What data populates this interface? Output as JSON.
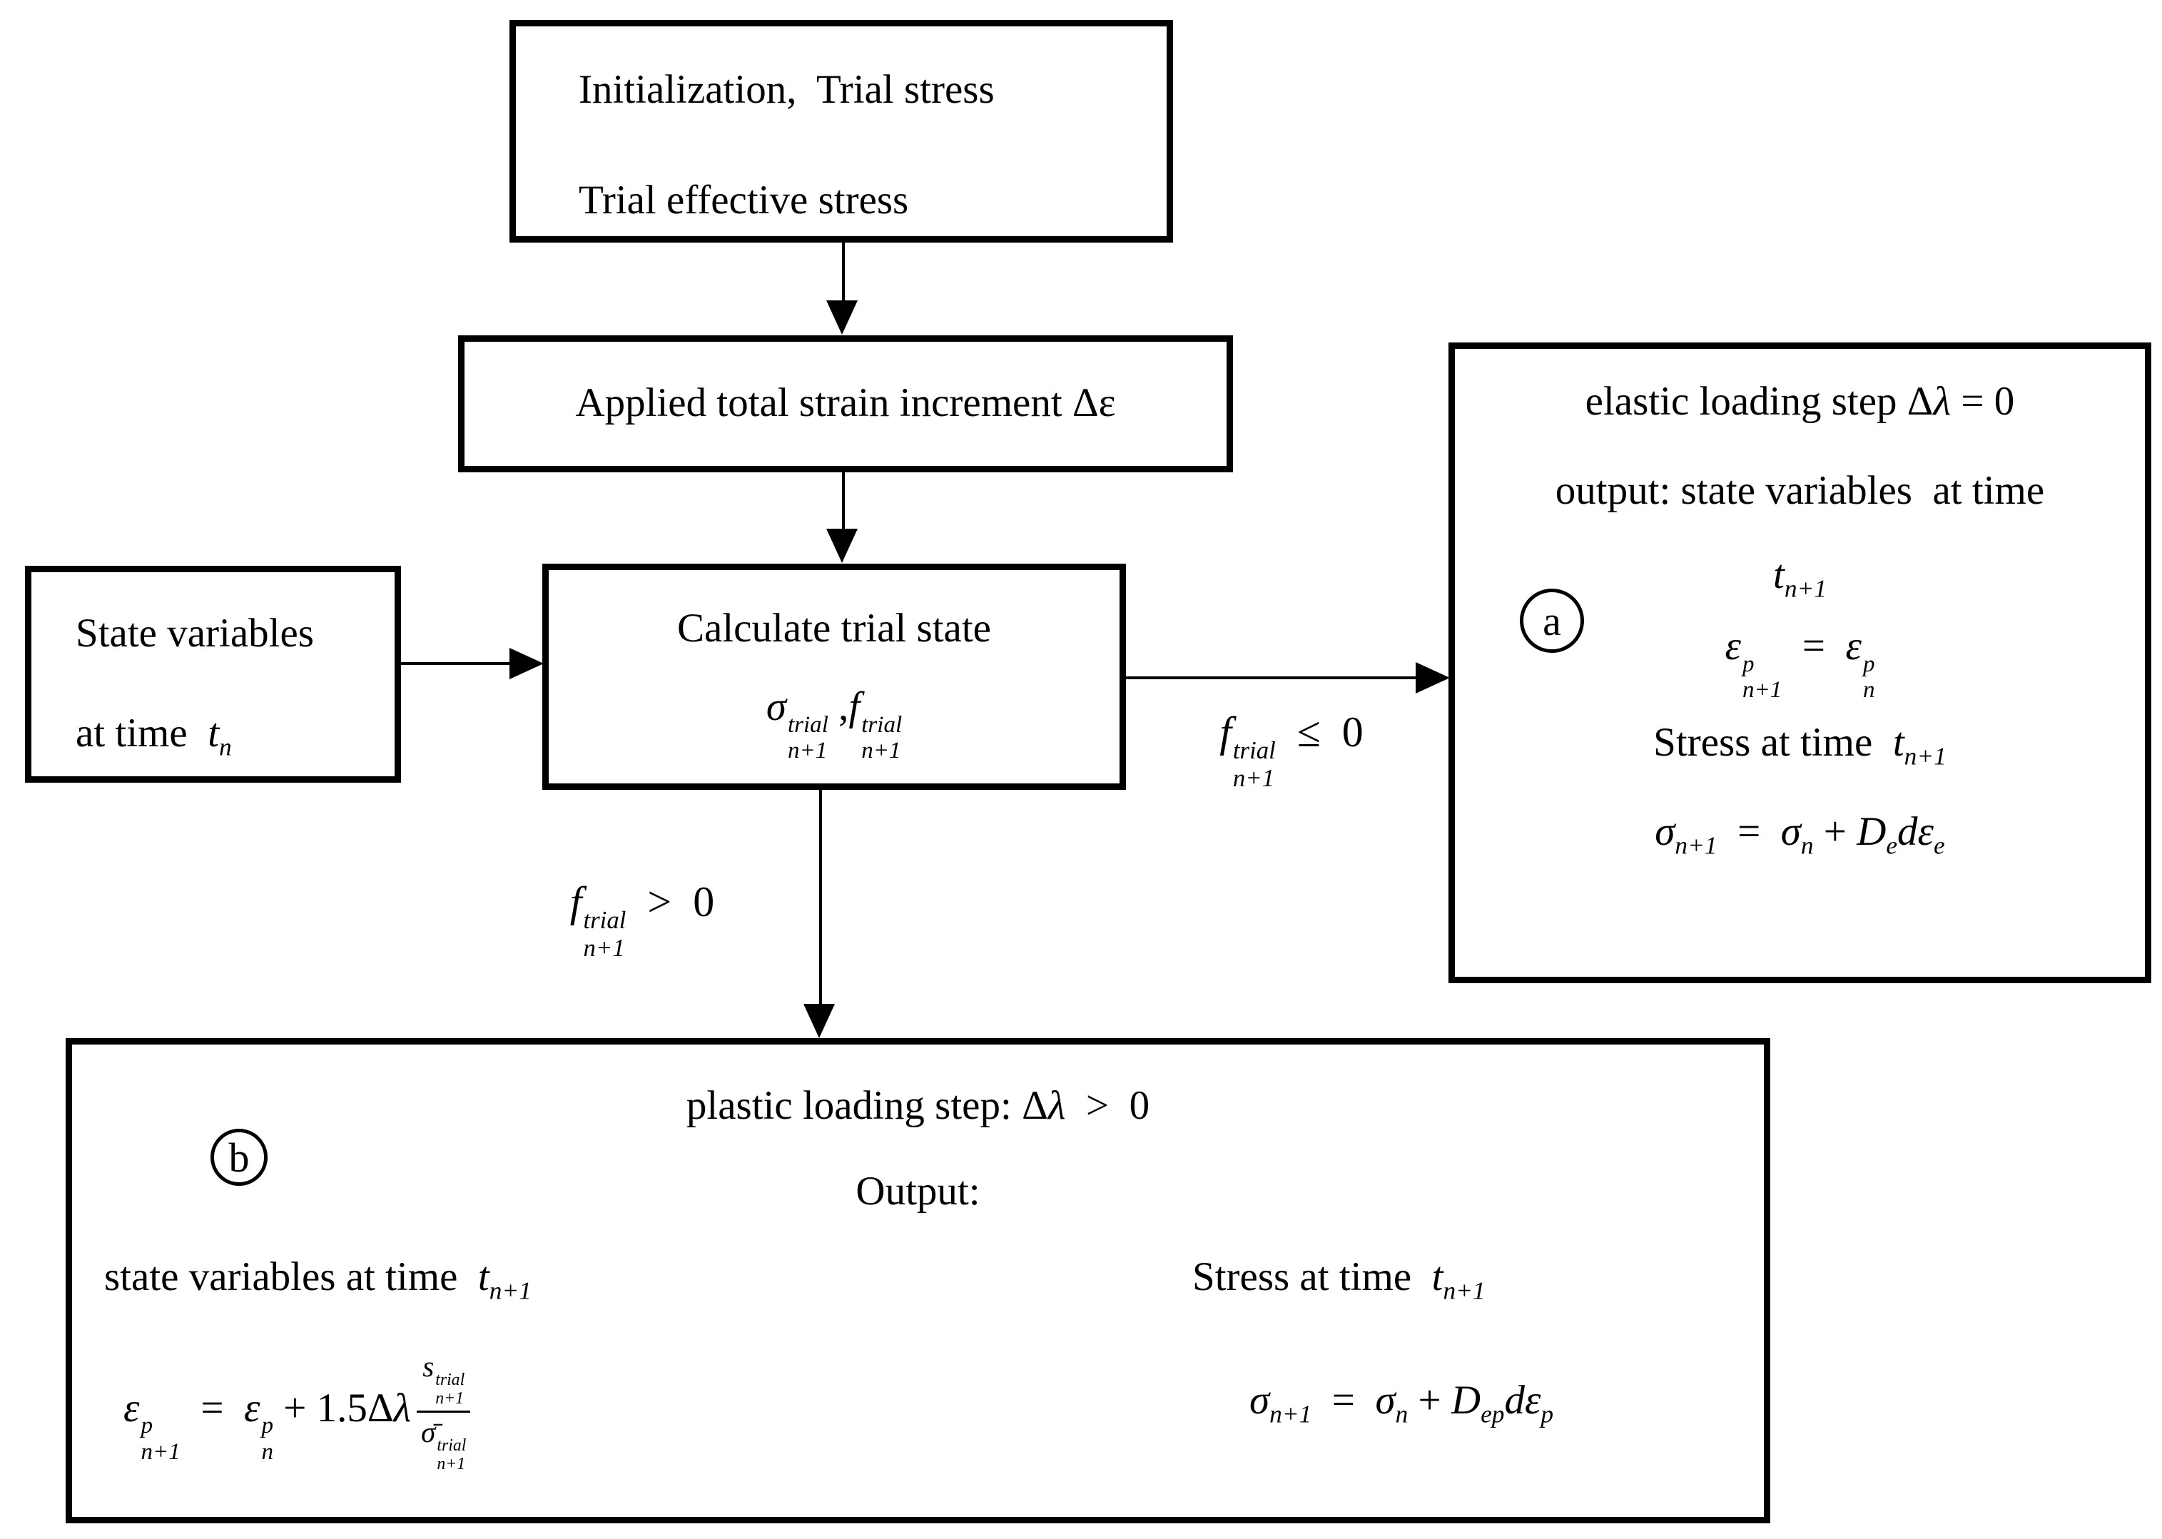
{
  "colors": {
    "background": "#ffffff",
    "line": "#000000",
    "text": "#000000"
  },
  "boxes": {
    "init": {
      "line1": "Initialization,  Trial stress",
      "line2": "Trial effective stress"
    },
    "strain": {
      "label": "Applied total strain increment Δε"
    },
    "state": {
      "line1": "State variables",
      "line2": [
        "at time  ",
        {
          "b": "t",
          "i": true,
          "sub": "n"
        }
      ]
    },
    "calc": {
      "line1": "Calculate trial state",
      "line2": [
        {
          "b": "σ",
          "i": true,
          "sup": "trial",
          "sub": "n+1"
        },
        " ,",
        {
          "b": "f",
          "i": true,
          "sup": "trial",
          "sub": "n+1"
        }
      ]
    },
    "elastic": {
      "badge": "a",
      "line1": [
        "elastic loading step Δ",
        {
          "b": "λ",
          "i": true
        },
        " = 0"
      ],
      "line2": "output: state variables  at time",
      "line3": [
        {
          "b": "t",
          "i": true,
          "sub": "n+1"
        }
      ],
      "line4": [
        {
          "b": "ε",
          "i": true,
          "sup": "p",
          "sub": "n+1"
        },
        "  =  ",
        {
          "b": "ε",
          "i": true,
          "sup": "p",
          "sub": "n"
        }
      ],
      "line5": [
        "Stress at time  ",
        {
          "b": "t",
          "i": true,
          "sub": "n+1"
        }
      ],
      "line6": [
        {
          "b": "σ",
          "i": true,
          "sub": "n+1"
        },
        "  =  ",
        {
          "b": "σ",
          "i": true,
          "sub": "n"
        },
        " + ",
        {
          "b": "D",
          "i": true,
          "sub": "e"
        },
        {
          "b": "dε",
          "i": true,
          "sub": "e"
        }
      ]
    },
    "plastic": {
      "badge": "b",
      "line1": [
        "plastic loading step: Δ",
        {
          "b": "λ",
          "i": true
        },
        "  >  0"
      ],
      "line2": "Output:",
      "left_label": [
        "state variables at time  ",
        {
          "b": "t",
          "i": true,
          "sub": "n+1"
        }
      ],
      "left_eq": [
        {
          "b": "ε",
          "i": true,
          "sup": "p",
          "sub": "n+1"
        },
        "  =  ",
        {
          "b": "ε",
          "i": true,
          "sup": "p",
          "sub": "n"
        },
        " + 1.5Δ",
        {
          "b": "λ",
          "i": true
        },
        {
          "frac": {
            "num": [
              {
                "b": "s",
                "i": true,
                "sup": "trial",
                "sub": "n+1"
              }
            ],
            "den": [
              {
                "b": "σ̄",
                "i": true,
                "sup": "trial",
                "sub": "n+1"
              }
            ]
          }
        }
      ],
      "right_label": [
        "Stress at time  ",
        {
          "b": "t",
          "i": true,
          "sub": "n+1"
        }
      ],
      "right_eq": [
        {
          "b": "σ",
          "i": true,
          "sub": "n+1"
        },
        "  =  ",
        {
          "b": "σ",
          "i": true,
          "sub": "n"
        },
        " + ",
        {
          "b": "D",
          "i": true,
          "sub": "ep"
        },
        {
          "b": "dε",
          "i": true,
          "sub": "p"
        }
      ]
    }
  },
  "edge_labels": {
    "elastic_condition": [
      {
        "b": "f",
        "i": true,
        "sup": "trial",
        "sub": "n+1"
      },
      "  ≤  0"
    ],
    "plastic_condition": [
      {
        "b": "f",
        "i": true,
        "sup": "trial",
        "sub": "n+1"
      },
      "  >  0"
    ]
  }
}
